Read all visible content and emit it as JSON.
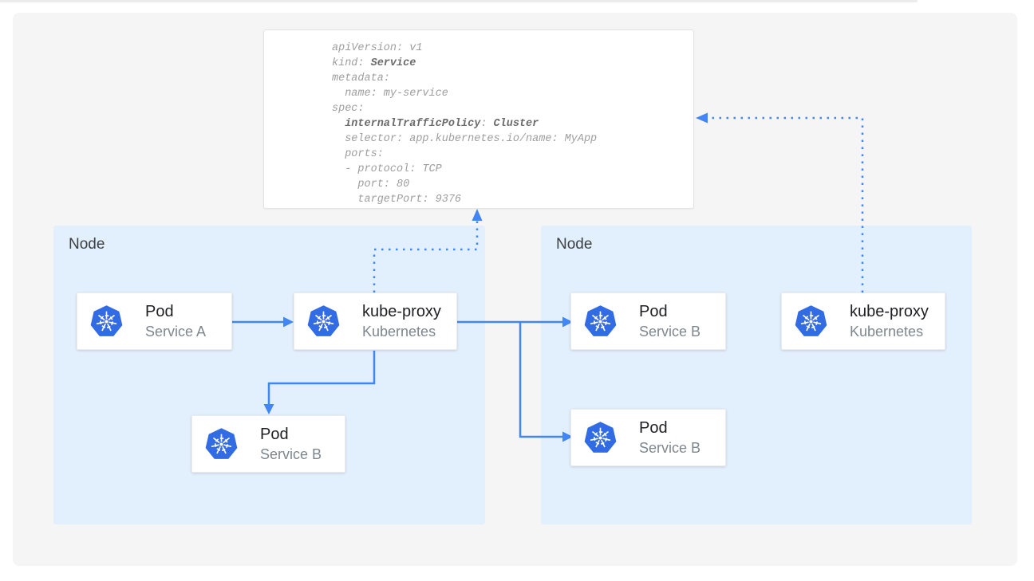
{
  "yaml_panel": {
    "lines": [
      [
        {
          "text": "apiVersion: v1",
          "bold": false
        }
      ],
      [
        {
          "text": "kind: ",
          "bold": false
        },
        {
          "text": "Service",
          "bold": true
        }
      ],
      [
        {
          "text": "metadata:",
          "bold": false
        }
      ],
      [
        {
          "text": "  name: my-service",
          "bold": false
        }
      ],
      [
        {
          "text": "spec:",
          "bold": false
        }
      ],
      [
        {
          "text": "  ",
          "bold": false
        },
        {
          "text": "internalTrafficPolicy",
          "bold": true
        },
        {
          "text": ": ",
          "bold": false
        },
        {
          "text": "Cluster",
          "bold": true
        }
      ],
      [
        {
          "text": "  selector: app.kubernetes.io/name: MyApp",
          "bold": false
        }
      ],
      [
        {
          "text": "  ports:",
          "bold": false
        }
      ],
      [
        {
          "text": "  - protocol: TCP",
          "bold": false
        }
      ],
      [
        {
          "text": "    port: 80",
          "bold": false
        }
      ],
      [
        {
          "text": "    targetPort: 9376",
          "bold": false
        }
      ]
    ]
  },
  "nodes": {
    "left": {
      "label": "Node"
    },
    "right": {
      "label": "Node"
    }
  },
  "cards": {
    "pod_a": {
      "title": "Pod",
      "subtitle": "Service A",
      "icon": "kubernetes-icon"
    },
    "kube_proxy_left": {
      "title": "kube-proxy",
      "subtitle": "Kubernetes",
      "icon": "kubernetes-icon"
    },
    "pod_b_left": {
      "title": "Pod",
      "subtitle": "Service B",
      "icon": "kubernetes-icon"
    },
    "pod_b_right_top": {
      "title": "Pod",
      "subtitle": "Service B",
      "icon": "kubernetes-icon"
    },
    "pod_b_right_bottom": {
      "title": "Pod",
      "subtitle": "Service B",
      "icon": "kubernetes-icon"
    },
    "kube_proxy_right": {
      "title": "kube-proxy",
      "subtitle": "Kubernetes",
      "icon": "kubernetes-icon"
    }
  },
  "colors": {
    "kubernetes_blue": "#326ce5",
    "arrow_blue": "#4285f4",
    "node_background": "#e2effc",
    "panel_background": "#f5f5f6",
    "code_gray": "#9e9e9e",
    "code_bold_gray": "#6b6b6b"
  }
}
